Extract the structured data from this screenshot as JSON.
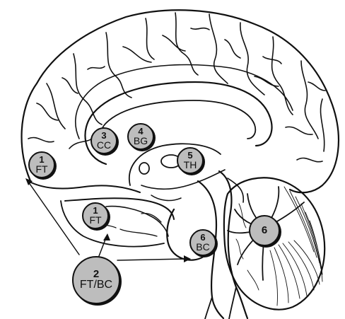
{
  "colors": {
    "badge_fill": "#bdbdbd",
    "outline": "#111111",
    "background": "#ffffff"
  },
  "markers": [
    {
      "id": "m1a",
      "number": "1",
      "label": "FT"
    },
    {
      "id": "m1b",
      "number": "1",
      "label": "FT"
    },
    {
      "id": "m2",
      "number": "2",
      "label": "FT/BC"
    },
    {
      "id": "m3",
      "number": "3",
      "label": "CC"
    },
    {
      "id": "m4",
      "number": "4",
      "label": "BG"
    },
    {
      "id": "m5",
      "number": "5",
      "label": "TH"
    },
    {
      "id": "m6a",
      "number": "6",
      "label": "BC"
    },
    {
      "id": "m6b",
      "number": "6",
      "label": ""
    }
  ]
}
